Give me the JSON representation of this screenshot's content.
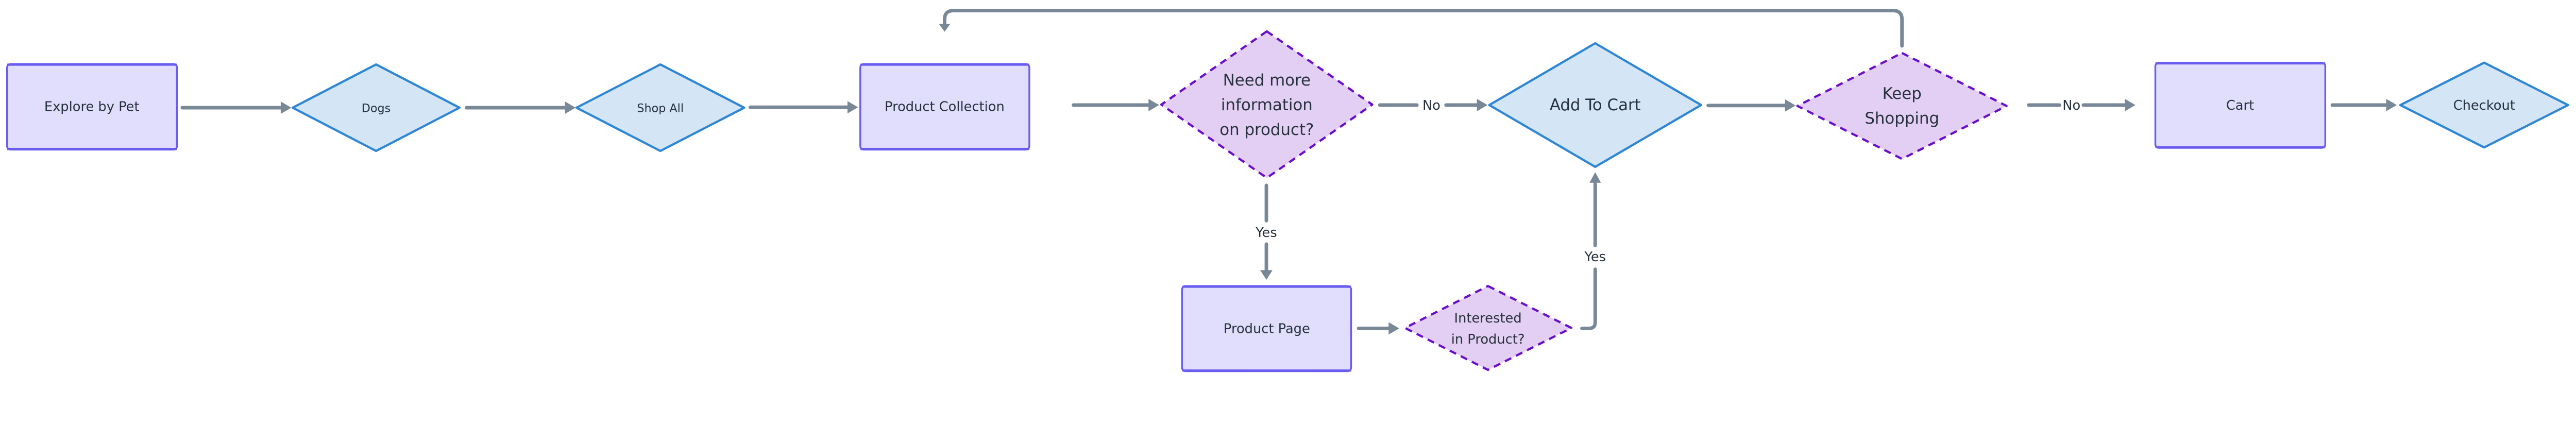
{
  "colors": {
    "process_fill": "#e0defc",
    "process_border": "#6b5cf0",
    "step_fill": "#d4e6f6",
    "step_border": "#2e86d6",
    "decision_fill": "#e3cff3",
    "decision_border": "#6a0dcc",
    "edge": "#788896",
    "text": "#27313d"
  },
  "nodes": {
    "explore_by_pet": {
      "label": "Explore by Pet"
    },
    "dogs": {
      "label": "Dogs"
    },
    "shop_all": {
      "label": "Shop All"
    },
    "product_collection": {
      "label": "Product Collection"
    },
    "need_more_info": {
      "lines": [
        "Need more",
        "information",
        "on product?"
      ]
    },
    "add_to_cart": {
      "label": "Add To Cart"
    },
    "keep_shopping": {
      "lines": [
        "Keep",
        "Shopping"
      ]
    },
    "cart": {
      "label": "Cart"
    },
    "checkout": {
      "label": "Checkout"
    },
    "product_page": {
      "label": "Product Page"
    },
    "interested": {
      "lines": [
        "Interested",
        "in Product?"
      ]
    }
  },
  "edges": {
    "need_more_no": "No",
    "need_more_yes": "Yes",
    "interested_yes": "Yes",
    "keep_shopping_no": "No"
  }
}
